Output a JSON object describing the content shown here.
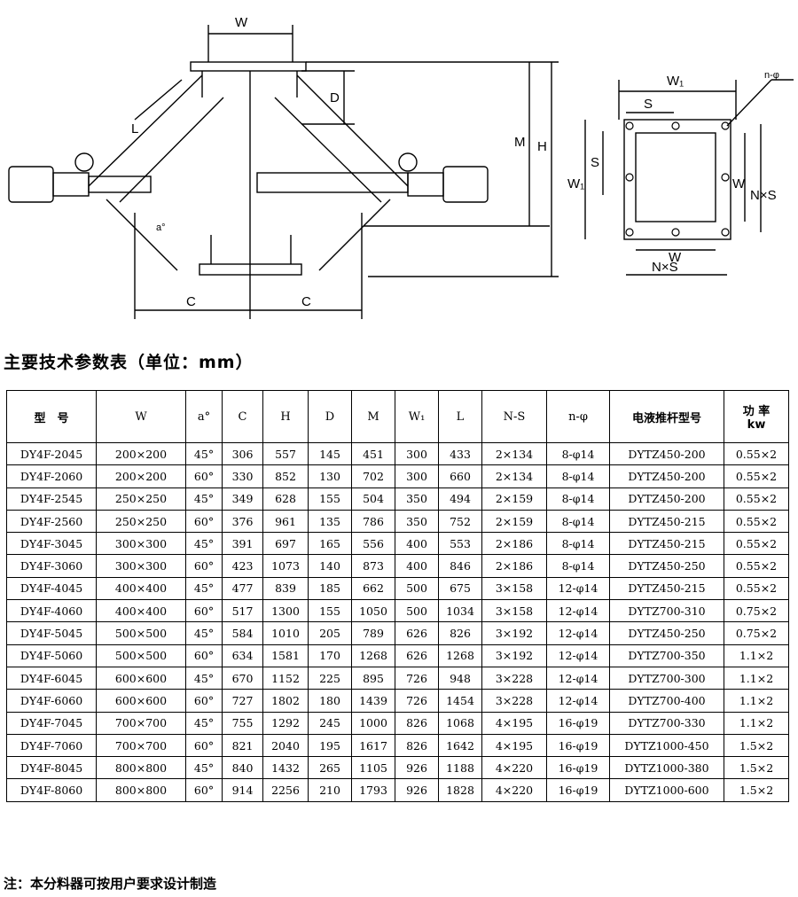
{
  "drawing": {
    "labels": {
      "w": "W",
      "d": "D",
      "m": "M",
      "h": "H",
      "l": "L",
      "a": "a°",
      "c_left": "C",
      "c_right": "C",
      "w1_top": "W₁",
      "n_phi": "n-φ",
      "s_top": "S",
      "s_side": "S",
      "w1_side": "W₁",
      "w_side": "W",
      "ns_side": "N×S",
      "w_bottom": "W",
      "ns_bottom": "N×S"
    }
  },
  "table": {
    "title": "主要技术参数表（单位：mm）",
    "headers": [
      "型　号",
      "W",
      "a°",
      "C",
      "H",
      "D",
      "M",
      "W₁",
      "L",
      "N-S",
      "n-φ",
      "电液推杆型号",
      "功 率",
      "kw"
    ],
    "rows": [
      [
        "DY4F-2045",
        "200×200",
        "45°",
        "306",
        "557",
        "145",
        "451",
        "300",
        "433",
        "2×134",
        "8-φ14",
        "DYTZ450-200",
        "0.55×2"
      ],
      [
        "DY4F-2060",
        "200×200",
        "60°",
        "330",
        "852",
        "130",
        "702",
        "300",
        "660",
        "2×134",
        "8-φ14",
        "DYTZ450-200",
        "0.55×2"
      ],
      [
        "DY4F-2545",
        "250×250",
        "45°",
        "349",
        "628",
        "155",
        "504",
        "350",
        "494",
        "2×159",
        "8-φ14",
        "DYTZ450-200",
        "0.55×2"
      ],
      [
        "DY4F-2560",
        "250×250",
        "60°",
        "376",
        "961",
        "135",
        "786",
        "350",
        "752",
        "2×159",
        "8-φ14",
        "DYTZ450-215",
        "0.55×2"
      ],
      [
        "DY4F-3045",
        "300×300",
        "45°",
        "391",
        "697",
        "165",
        "556",
        "400",
        "553",
        "2×186",
        "8-φ14",
        "DYTZ450-215",
        "0.55×2"
      ],
      [
        "DY4F-3060",
        "300×300",
        "60°",
        "423",
        "1073",
        "140",
        "873",
        "400",
        "846",
        "2×186",
        "8-φ14",
        "DYTZ450-250",
        "0.55×2"
      ],
      [
        "DY4F-4045",
        "400×400",
        "45°",
        "477",
        "839",
        "185",
        "662",
        "500",
        "675",
        "3×158",
        "12-φ14",
        "DYTZ450-215",
        "0.55×2"
      ],
      [
        "DY4F-4060",
        "400×400",
        "60°",
        "517",
        "1300",
        "155",
        "1050",
        "500",
        "1034",
        "3×158",
        "12-φ14",
        "DYTZ700-310",
        "0.75×2"
      ],
      [
        "DY4F-5045",
        "500×500",
        "45°",
        "584",
        "1010",
        "205",
        "789",
        "626",
        "826",
        "3×192",
        "12-φ14",
        "DYTZ450-250",
        "0.75×2"
      ],
      [
        "DY4F-5060",
        "500×500",
        "60°",
        "634",
        "1581",
        "170",
        "1268",
        "626",
        "1268",
        "3×192",
        "12-φ14",
        "DYTZ700-350",
        "1.1×2"
      ],
      [
        "DY4F-6045",
        "600×600",
        "45°",
        "670",
        "1152",
        "225",
        "895",
        "726",
        "948",
        "3×228",
        "12-φ14",
        "DYTZ700-300",
        "1.1×2"
      ],
      [
        "DY4F-6060",
        "600×600",
        "60°",
        "727",
        "1802",
        "180",
        "1439",
        "726",
        "1454",
        "3×228",
        "12-φ14",
        "DYTZ700-400",
        "1.1×2"
      ],
      [
        "DY4F-7045",
        "700×700",
        "45°",
        "755",
        "1292",
        "245",
        "1000",
        "826",
        "1068",
        "4×195",
        "16-φ19",
        "DYTZ700-330",
        "1.1×2"
      ],
      [
        "DY4F-7060",
        "700×700",
        "60°",
        "821",
        "2040",
        "195",
        "1617",
        "826",
        "1642",
        "4×195",
        "16-φ19",
        "DYTZ1000-450",
        "1.5×2"
      ],
      [
        "DY4F-8045",
        "800×800",
        "45°",
        "840",
        "1432",
        "265",
        "1105",
        "926",
        "1188",
        "4×220",
        "16-φ19",
        "DYTZ1000-380",
        "1.5×2"
      ],
      [
        "DY4F-8060",
        "800×800",
        "60°",
        "914",
        "2256",
        "210",
        "1793",
        "926",
        "1828",
        "4×220",
        "16-φ19",
        "DYTZ1000-600",
        "1.5×2"
      ]
    ]
  },
  "note": "注：本分料器可按用户要求设计制造"
}
